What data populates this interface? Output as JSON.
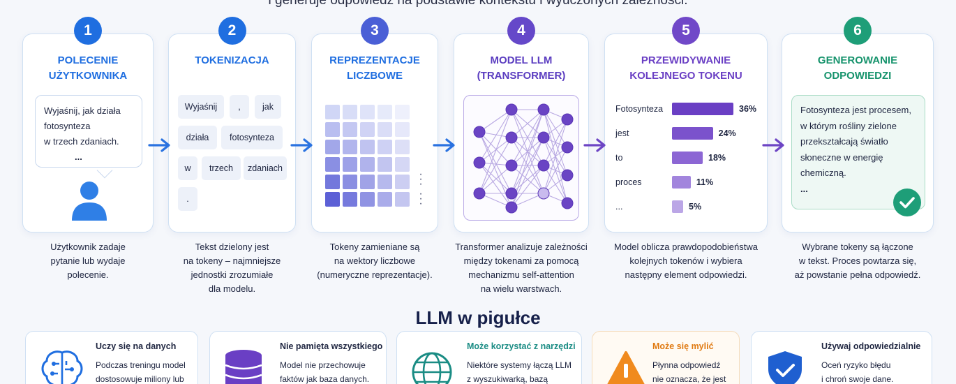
{
  "intro": "i generuje odpowiedź na podstawie kontekstu i wyuczonych zależności.",
  "colors": {
    "blue": "#1f6ee0",
    "purple": "#7048c8",
    "green": "#1e9e78",
    "orange": "#f08a1e"
  },
  "steps": [
    {
      "number": "1",
      "title_1": "POLECENIE",
      "title_2": "UŻYTKOWNIKA",
      "bubble": [
        "Wyjaśnij, jak działa",
        "fotosynteza",
        "w trzech zdaniach.",
        "..."
      ],
      "desc": [
        "Użytkownik zadaje",
        "pytanie lub wydaje",
        "polecenie."
      ]
    },
    {
      "number": "2",
      "title_1": "TOKENIZACJA",
      "tokens": [
        "Wyjaśnij",
        ",",
        "jak",
        "działa",
        "fotosynteza",
        "w",
        "trzech",
        "zdaniach",
        "."
      ],
      "desc": [
        "Tekst dzielony jest",
        "na tokeny – najmniejsze",
        "jednostki zrozumiałe",
        "dla modelu."
      ]
    },
    {
      "number": "3",
      "title_1": "REPREZENTACJE",
      "title_2": "LICZBOWE",
      "desc": [
        "Tokeny zamieniane są",
        "na wektory liczbowe",
        "(numeryczne reprezentacje)."
      ]
    },
    {
      "number": "4",
      "title_1": "MODEL LLM",
      "title_2": "(TRANSFORMER)",
      "desc": [
        "Transformer analizuje zależności",
        "między tokenami za pomocą",
        "mechanizmu self-attention",
        "na wielu warstwach."
      ]
    },
    {
      "number": "5",
      "title_1": "PRZEWIDYWANIE",
      "title_2": "KOLEJNEGO TOKENU",
      "predictions": [
        {
          "word": "Fotosynteza",
          "pct": "36%",
          "value": 36
        },
        {
          "word": "jest",
          "pct": "24%",
          "value": 24
        },
        {
          "word": "to",
          "pct": "18%",
          "value": 18
        },
        {
          "word": "proces",
          "pct": "11%",
          "value": 11
        },
        {
          "word": "...",
          "pct": "5%",
          "value": 5
        }
      ],
      "desc": [
        "Model oblicza prawdopodobieństwa",
        "kolejnych tokenów i wybiera",
        "następny element odpowiedzi."
      ]
    },
    {
      "number": "6",
      "title_1": "GENEROWANIE",
      "title_2": "ODPOWIEDZI",
      "answer": [
        "Fotosynteza jest procesem,",
        "w którym rośliny zielone",
        "przekształcają światło",
        "słoneczne w energię",
        "chemiczną.",
        "..."
      ],
      "desc": [
        "Wybrane tokeny są łączone",
        "w tekst. Proces powtarza się,",
        "aż powstanie pełna odpowiedź."
      ]
    }
  ],
  "summary": {
    "title": "LLM w pigułce",
    "cards": [
      {
        "title": "Uczy się na danych",
        "lines": [
          "Podczas treningu model",
          "dostosowuje miliony lub"
        ]
      },
      {
        "title": "Nie pamięta wszystkiego",
        "lines": [
          "Model nie przechowuje",
          "faktów jak baza danych."
        ]
      },
      {
        "title": "Może korzystać z narzędzi",
        "lines": [
          "Niektóre systemy łączą LLM",
          "z wyszukiwarką, bazą"
        ]
      },
      {
        "title": "Może się mylić",
        "lines": [
          "Płynna odpowiedź",
          "nie oznacza, że jest"
        ]
      },
      {
        "title": "Używaj odpowiedzialnie",
        "lines": [
          "Oceń ryzyko błędu",
          "i chroń swoje dane."
        ]
      }
    ]
  }
}
